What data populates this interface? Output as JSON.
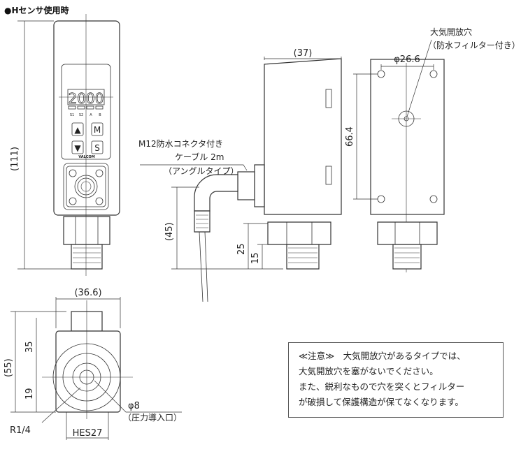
{
  "title": "●Hセンサ使用時",
  "front": {
    "display": "2000",
    "labels": [
      "S1",
      "S2",
      "A",
      "B"
    ],
    "btn_up": "▲",
    "btn_m": "M",
    "btn_down": "▼",
    "btn_s": "S",
    "brand": "VALCOM",
    "dim_height": "(111)"
  },
  "side": {
    "dim_depth": "(37)",
    "connector_label_1": "M12防水コネクタ付き",
    "connector_label_2": "ケーブル 2m",
    "connector_label_3": "（アングルタイプ）",
    "dim_45": "(45)",
    "dim_25": "25",
    "dim_15": "15"
  },
  "back": {
    "vent_label_1": "大気開放穴",
    "vent_label_2": "（防水フィルター付き）",
    "dim_pitch": "φ26.6",
    "dim_vertical": "66.4"
  },
  "bottom": {
    "dim_width": "(36.6)",
    "dim_55": "(55)",
    "dim_35": "35",
    "dim_19": "19",
    "thread": "R1/4",
    "hex": "HES27",
    "port_dia": "φ8",
    "port_label": "（圧力導入口）"
  },
  "note": {
    "lines": [
      "≪注意≫　大気開放穴があるタイプでは、",
      "大気開放穴を塞がないでください。",
      "また、鋭利なもので穴を突くとフィルター",
      "が破損して保護構造が保てなくなります。"
    ]
  }
}
